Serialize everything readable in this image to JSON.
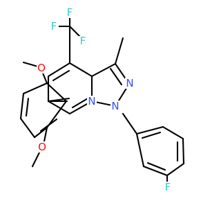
{
  "colors": {
    "bond": "#000000",
    "F": "#33cccc",
    "N": "#3050f8",
    "O": "#ff0d0d",
    "background": "#ffffff"
  },
  "atoms": {
    "f1": "F",
    "f2": "F",
    "f3": "F",
    "n_ring": "N",
    "n_pyrazole": "N",
    "n_pyridine": "N",
    "o_top": "O",
    "o_bottom": "O",
    "f_aryl": "F"
  }
}
